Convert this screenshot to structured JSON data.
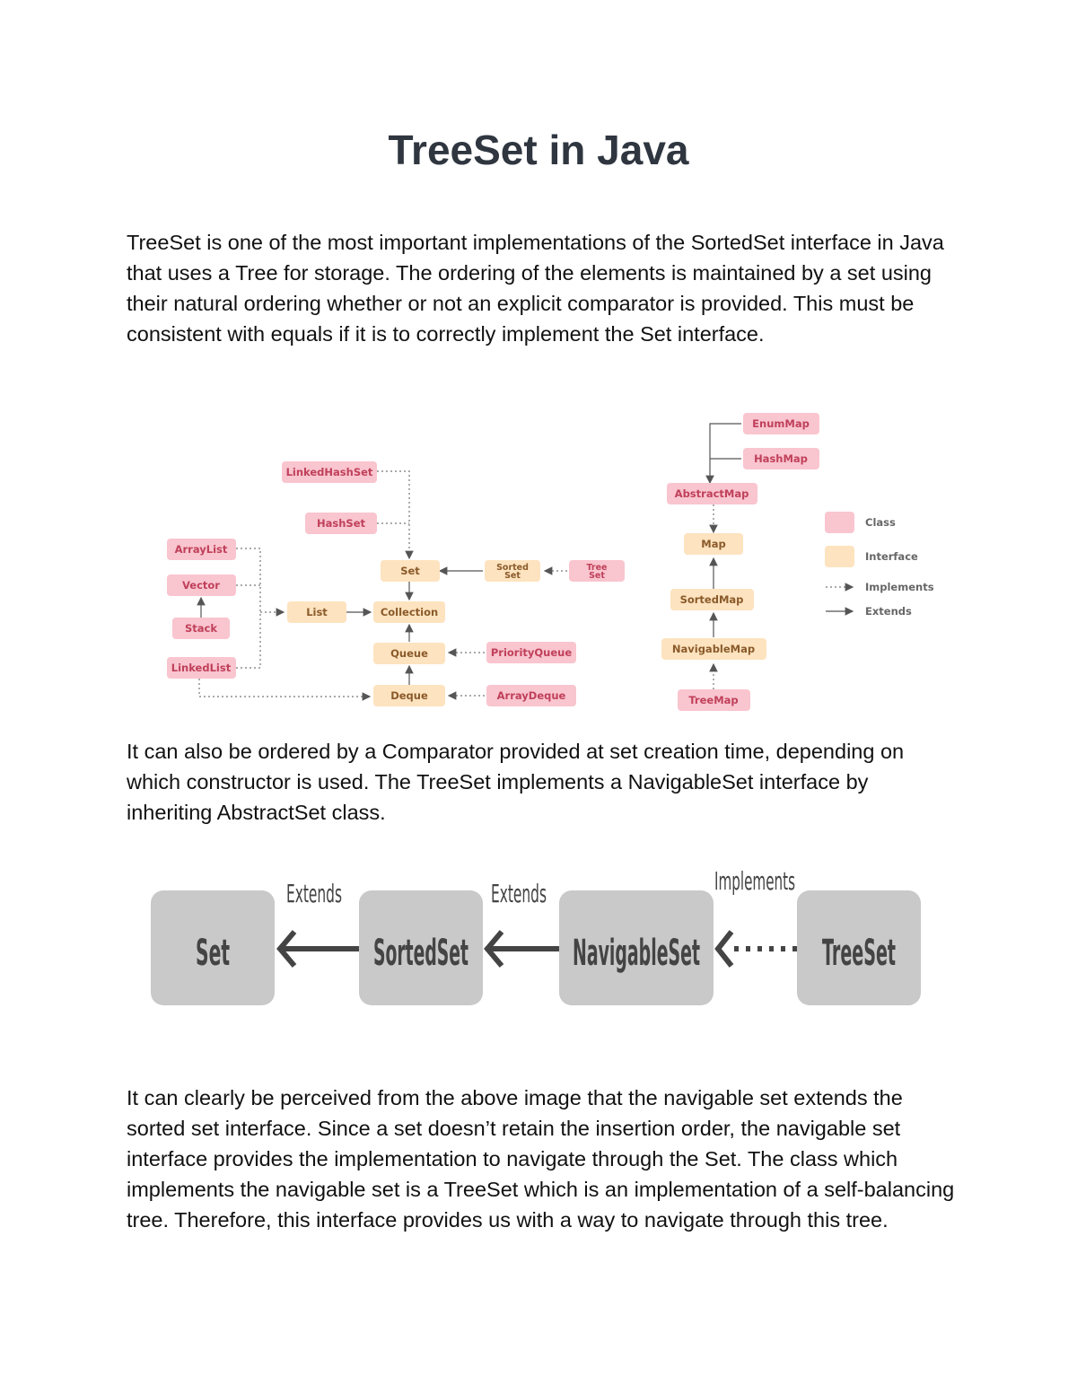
{
  "title": "TreeSet in Java",
  "paragraphs": [
    "TreeSet is one of the most important implementations of the SortedSet interface in Java that uses a Tree for storage. The ordering of the elements is maintained by a set using their natural ordering whether or not an explicit comparator is provided. This must be consistent with equals if it is to correctly implement the Set interface.",
    "It can also be ordered by a Comparator provided at set creation time, depending on which constructor is used. The TreeSet implements a NavigableSet interface by inheriting AbstractSet class.",
    "It can clearly be perceived from the above image that the navigable set extends the sorted set interface. Since a set doesn’t retain the insertion order, the navigable set interface provides the implementation to navigate through the Set. The class which implements the navigable set is a TreeSet which is an implementation of a self-balancing tree. Therefore, this interface provides us with a way to navigate through this tree."
  ],
  "colors": {
    "class": "#f9c5cf",
    "interface": "#fde3bf",
    "class_text": "#c0405a",
    "interface_text": "#8a5a2a",
    "line": "#555555",
    "hier_box": "#c9c9c9",
    "hier_text": "#444444"
  },
  "diagram1": {
    "nodes": {
      "linkedhashset": "LinkedHashSet",
      "hashset": "HashSet",
      "arraylist": "ArrayList",
      "vector": "Vector",
      "stack": "Stack",
      "linkedlist": "LinkedList",
      "list": "List",
      "set": "Set",
      "collection": "Collection",
      "queue": "Queue",
      "deque": "Deque",
      "sortedset_line1": "Sorted",
      "sortedset_line2": "Set",
      "treeset_line1": "Tree",
      "treeset_line2": "Set",
      "priorityqueue": "PriorityQueue",
      "arraydeque": "ArrayDeque",
      "enummap": "EnumMap",
      "hashmap": "HashMap",
      "abstractmap": "AbstractMap",
      "map": "Map",
      "sortedmap": "SortedMap",
      "navigablemap": "NavigableMap",
      "treemap": "TreeMap"
    },
    "legend": {
      "class": "Class",
      "interface": "Interface",
      "implements": "Implements",
      "extends": "Extends"
    }
  },
  "diagram2": {
    "boxes": [
      "Set",
      "SortedSet",
      "NavigableSet",
      "TreeSet"
    ],
    "arrow_labels": [
      "Extends",
      "Extends",
      "Implements"
    ]
  }
}
